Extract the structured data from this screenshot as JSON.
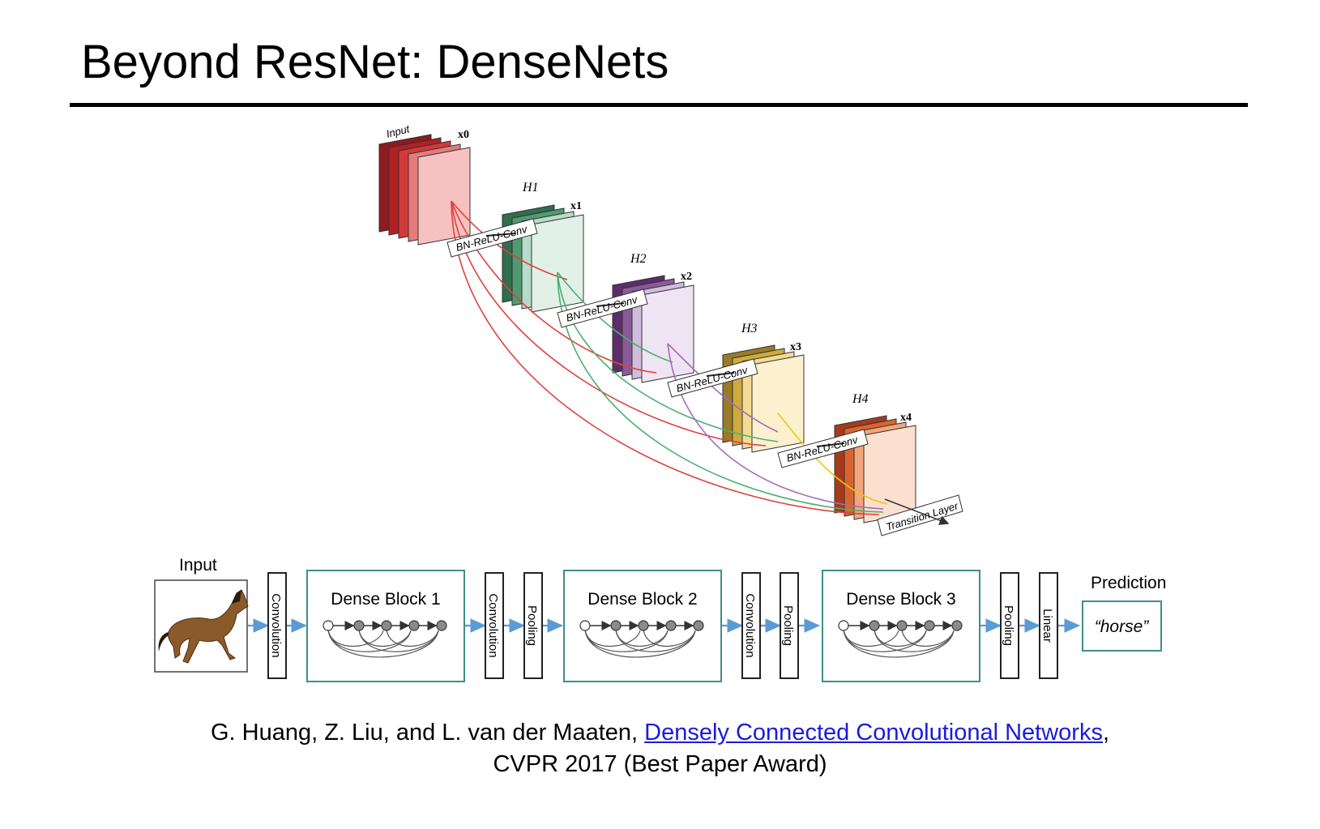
{
  "slide": {
    "title": "Beyond ResNet: DenseNets"
  },
  "top_diagram": {
    "input_label": "Input",
    "feature_labels": [
      "x0",
      "x1",
      "x2",
      "x3",
      "x4"
    ],
    "layer_labels": [
      "H1",
      "H2",
      "H3",
      "H4"
    ],
    "conv_labels": [
      "BN-ReLU-Conv",
      "BN-ReLU-Conv",
      "BN-ReLU-Conv",
      "BN-ReLU-Conv"
    ],
    "transition_label": "Transition Layer",
    "colors": [
      "#c8272a",
      "#3f8f66",
      "#7d4d8a",
      "#b8902a",
      "#d2572c"
    ]
  },
  "pipeline": {
    "input_label": "Input",
    "prediction_label": "Prediction",
    "prediction_value": "“horse”",
    "stages": [
      "Convolution",
      "Convolution",
      "Pooling",
      "Convolution",
      "Pooling",
      "Pooling",
      "Linear"
    ],
    "blocks": [
      "Dense Block 1",
      "Dense Block 2",
      "Dense Block 3"
    ]
  },
  "citation": {
    "authors": "G. Huang, Z. Liu, and L. van der Maaten, ",
    "paper_title": "Densely Connected Convolutional Networks",
    "comma": ",",
    "venue": "CVPR 2017 (Best Paper Award)"
  }
}
